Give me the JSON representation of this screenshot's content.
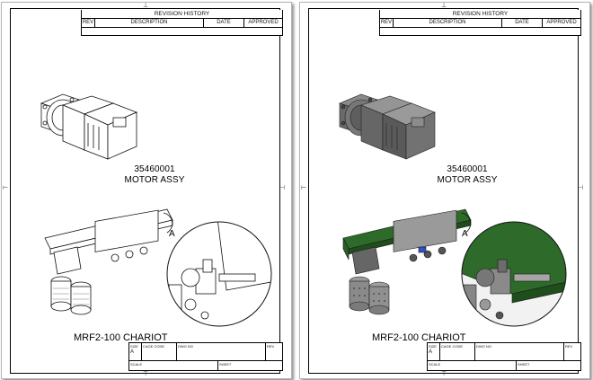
{
  "revision_block": {
    "title": "REVISION HISTORY",
    "columns": [
      "REV",
      "DESCRIPTION",
      "DATE",
      "APPROVED"
    ]
  },
  "motor": {
    "part_number": "35460001",
    "name": "MOTOR ASSY"
  },
  "chariot": {
    "name": "MRF2-100 CHARIOT",
    "detail_callout": "A"
  },
  "title_block": {
    "size_label": "SIZE",
    "size_value": "A",
    "cage_code_label": "CAGE CODE",
    "dwg_no_label": "DWG NO",
    "rev_label": "REV",
    "scale_label": "SCALE",
    "sheet_label": "SHEET"
  },
  "colors": {
    "shaded_green": "#2e6a2a",
    "shaded_gray": "#6f6f6f",
    "line": "#000000"
  }
}
